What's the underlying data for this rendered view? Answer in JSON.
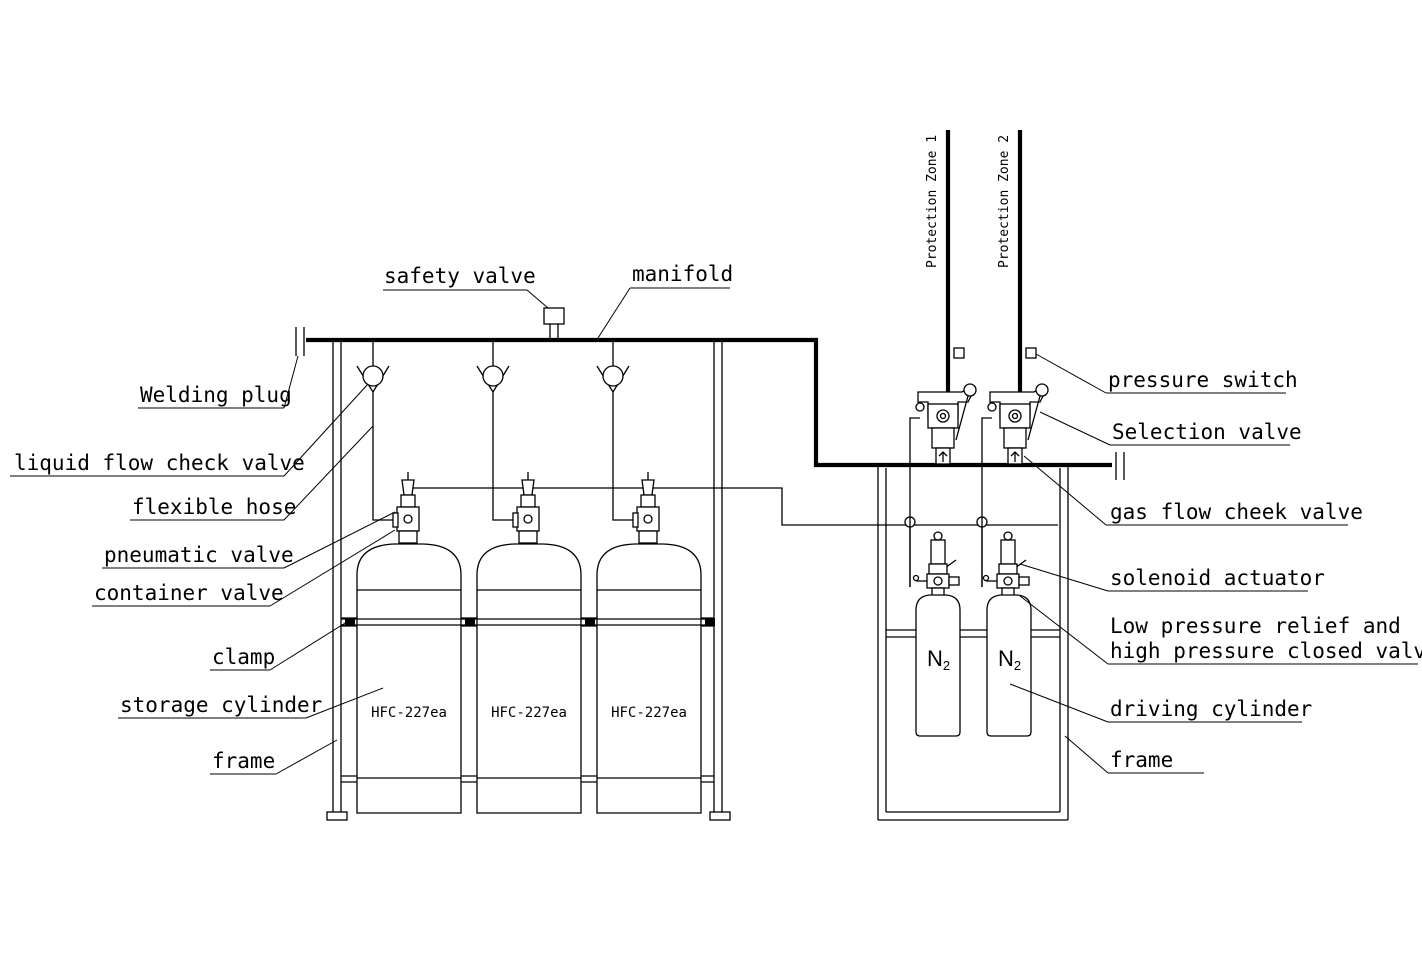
{
  "labels": {
    "safety_valve": "safety valve",
    "manifold": "manifold",
    "welding_plug": "Welding plug",
    "liquid_flow_check_valve": "liquid flow check valve",
    "flexible_hose": "flexible hose",
    "pneumatic_valve": "pneumatic valve",
    "container_valve": "container valve",
    "clamp": "clamp",
    "storage_cylinder": "storage cylinder",
    "frame_left": "frame",
    "pressure_switch": "pressure switch",
    "selection_valve": "Selection valve",
    "gas_flow_check_valve": "gas flow cheek valve",
    "solenoid_actuator": "solenoid actuator",
    "relief_line1": "Low pressure relief and",
    "relief_line2": "high pressure closed valve",
    "driving_cylinder": "driving cylinder",
    "frame_right": "frame"
  },
  "zones": {
    "zone1": "Protection Zone 1",
    "zone2": "Protection Zone 2"
  },
  "cylinders": {
    "agent": [
      "HFC-227ea",
      "HFC-227ea",
      "HFC-227ea"
    ],
    "driver_symbol": "N",
    "driver_subscript": "2"
  }
}
